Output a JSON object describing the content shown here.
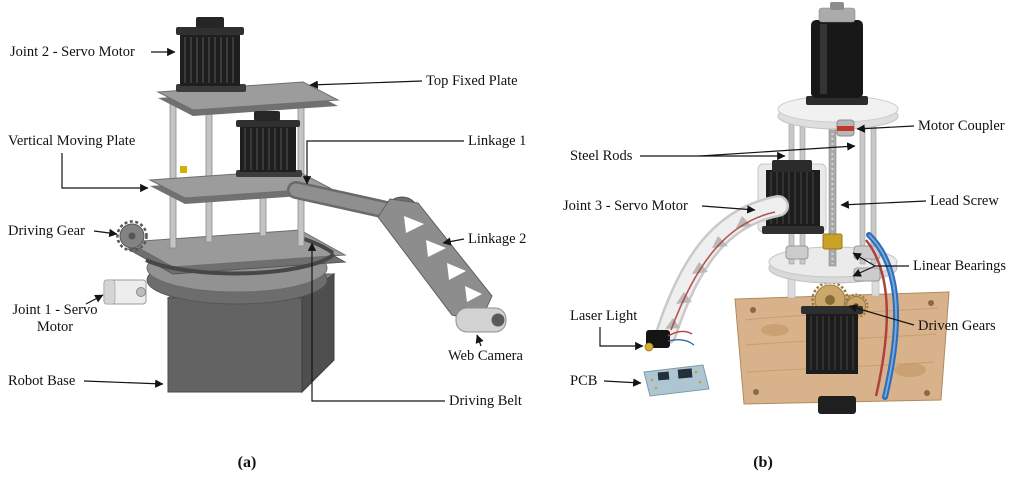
{
  "figure": {
    "background": "#ffffff",
    "panel_a": {
      "caption": "(a)",
      "labels": {
        "joint2": "Joint 2 - Servo Motor",
        "top_fixed_plate": "Top Fixed Plate",
        "vertical_moving_plate": "Vertical Moving Plate",
        "linkage_1": "Linkage 1",
        "driving_gear": "Driving Gear",
        "linkage_2": "Linkage 2",
        "joint1": "Joint 1 - Servo Motor",
        "web_camera": "Web Camera",
        "robot_base": "Robot Base",
        "driving_belt": "Driving Belt"
      }
    },
    "panel_b": {
      "caption": "(b)",
      "labels": {
        "motor_coupler": "Motor Coupler",
        "steel_rods": "Steel Rods",
        "lead_screw": "Lead Screw",
        "joint3": "Joint 3 - Servo Motor",
        "linear_bearings": "Linear Bearings",
        "laser_light": "Laser Light",
        "driven_gears": "Driven Gears",
        "pcb": "PCB"
      }
    },
    "colors": {
      "label_text": "#111111",
      "leader_line": "#141414",
      "wood_base": "#d8b28b",
      "pcb_board": "#aec6d4",
      "brass": "#c9a227",
      "cable_blue": "#2e6fba",
      "coupler_red": "#c0392b"
    }
  }
}
